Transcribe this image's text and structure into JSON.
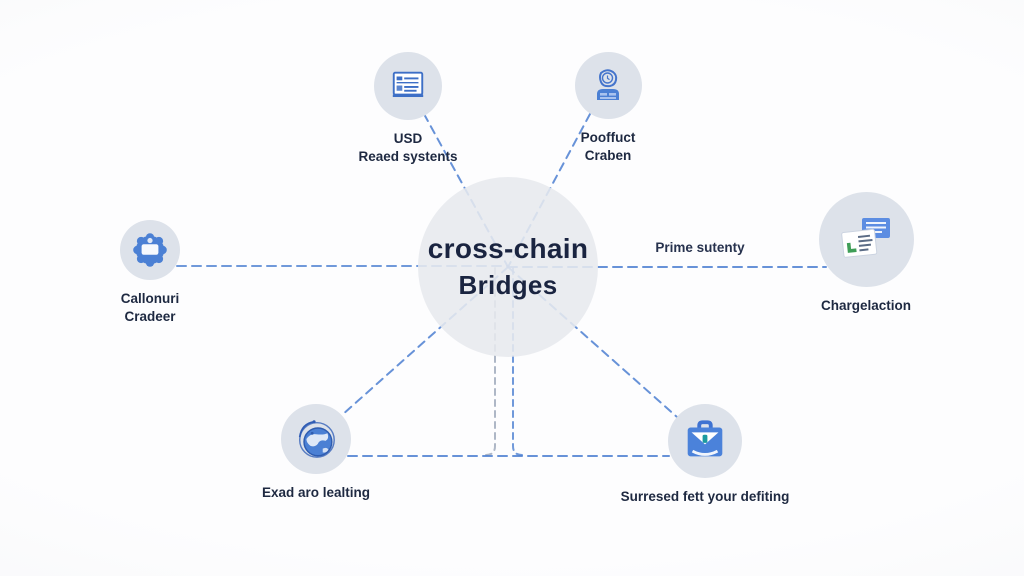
{
  "diagram": {
    "center": {
      "lines": [
        "cross-chain",
        "Bridges"
      ]
    },
    "edge_label": "Prime sutenty",
    "nodes": [
      {
        "id": "usd-systems",
        "icon": "document-list-icon",
        "lines": [
          "USD",
          "Reaed systents"
        ]
      },
      {
        "id": "pooffuct",
        "icon": "person-icon",
        "lines": [
          "Pooffuct",
          "Craben"
        ]
      },
      {
        "id": "callonuri",
        "icon": "badge-icon",
        "lines": [
          "Callonuri",
          "Cradeer"
        ]
      },
      {
        "id": "chargelaction",
        "icon": "documents-cards-icon",
        "lines": [
          "Chargelaction"
        ]
      },
      {
        "id": "exad",
        "icon": "globe-icon",
        "lines": [
          "Exad aro lealting"
        ]
      },
      {
        "id": "surresed",
        "icon": "briefcase-icon",
        "lines": [
          "Surresed fett your defiting"
        ]
      }
    ],
    "colors": {
      "dash_blue": "#4c7fd1",
      "dash_gray": "#9aa5b8",
      "node_circle_fill": "#dde2ea",
      "hub_circle_fill": "#e8eaee",
      "icon_stroke_blue": "#3d6fc6",
      "icon_fill_blue": "#4b82da",
      "card_blue": "#5c8de2",
      "green_mark": "#3f9e57",
      "teal_clasp": "#1c9aa0",
      "text_dark": "#1e2941"
    }
  }
}
